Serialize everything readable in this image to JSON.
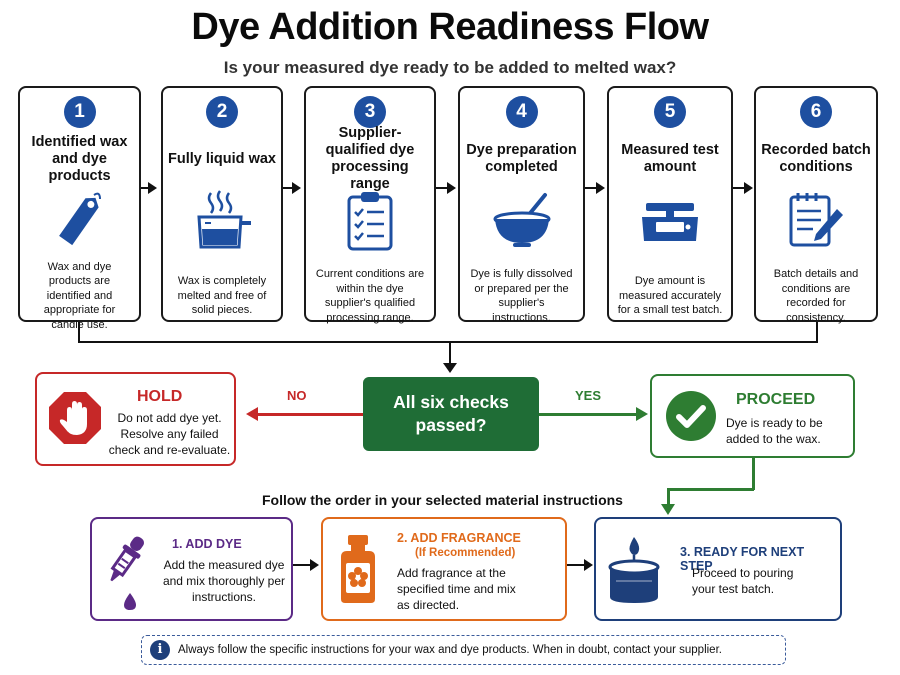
{
  "title": "Dye Addition Readiness Flow",
  "subtitle": "Is your measured dye ready to be added to melted wax?",
  "steps": [
    {
      "number": "1",
      "title": "Identified wax and dye products",
      "description": "Wax and dye products are identified and appropriate for candle use.",
      "icon": "tag-icon"
    },
    {
      "number": "2",
      "title": "Fully liquid wax",
      "description": "Wax is completely melted and free of solid pieces.",
      "icon": "melting-pot-icon"
    },
    {
      "number": "3",
      "title": "Supplier-qualified dye processing range",
      "description": "Current conditions are within the dye supplier's qualified processing range.",
      "icon": "checklist-clipboard-icon"
    },
    {
      "number": "4",
      "title": "Dye preparation completed",
      "description": "Dye is fully dissolved or prepared per the supplier's instructions.",
      "icon": "mixing-bowl-icon"
    },
    {
      "number": "5",
      "title": "Measured test amount",
      "description": "Dye amount is measured accurately for a small test batch.",
      "icon": "scale-icon"
    },
    {
      "number": "6",
      "title": "Recorded batch conditions",
      "description": "Batch details and conditions are recorded for consistency.",
      "icon": "notepad-pencil-icon"
    }
  ],
  "decision": {
    "label": "All six checks passed?",
    "no_label": "NO",
    "yes_label": "YES"
  },
  "hold": {
    "title": "HOLD",
    "text": "Do not add dye yet. Resolve any failed check and re-evaluate.",
    "icon": "stop-hand-icon"
  },
  "proceed": {
    "title": "PROCEED",
    "text": "Dye is ready to be added to the wax.",
    "icon": "checkmark-icon"
  },
  "follow_text": "Follow the order in your selected material instructions",
  "actions": [
    {
      "title": "1. ADD DYE",
      "subtitle": "",
      "text": "Add the measured dye and mix thoroughly per instructions.",
      "icon": "dropper-icon"
    },
    {
      "title": "2. ADD FRAGRANCE",
      "subtitle": "(If Recommended)",
      "text": "Add fragrance at the specified time and mix as directed.",
      "icon": "fragrance-bottle-icon"
    },
    {
      "title": "3. READY FOR NEXT STEP",
      "subtitle": "",
      "text": "Proceed to pouring your test batch.",
      "icon": "candle-icon"
    }
  ],
  "note": {
    "icon_text": "i",
    "text": "Always follow the specific instructions for your wax and dye products. When in doubt, contact your supplier."
  },
  "colors": {
    "blue": "#1e4fa0",
    "green": "#1f6d36",
    "red": "#c62828",
    "purple": "#5b2a86",
    "orange": "#e06a1b",
    "navy": "#1e3f7a"
  }
}
